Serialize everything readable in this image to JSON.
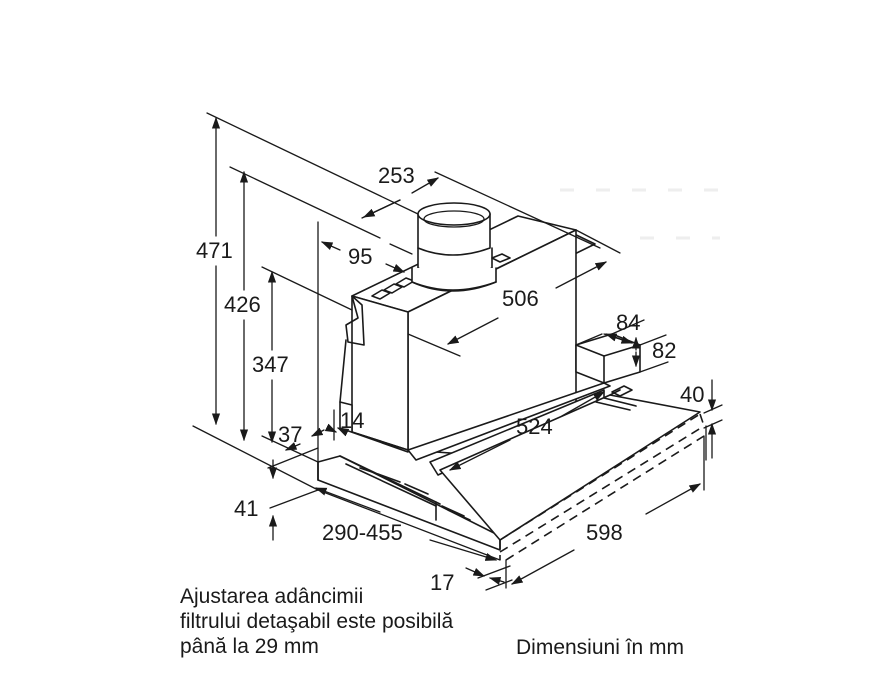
{
  "diagram": {
    "subject": "Telescopic cooker hood dimension drawing",
    "dimensions": {
      "total_height": "471",
      "height_to_duct": "426",
      "body_height": "347",
      "duct_width": "253",
      "duct_offset": "95",
      "body_depth": "506",
      "rear_step_depth": "84",
      "rear_step_height": "82",
      "front_panel_height": "40",
      "inner_width": "524",
      "total_width": "598",
      "side_offset": "37",
      "wall_gap": "14",
      "bottom_thickness": "41",
      "extension_range": "290-455",
      "front_trim": "17"
    },
    "labels": {
      "note_line1": "Ajustarea adâncimii",
      "note_line2": "filtrului detaşabil este posibilă",
      "note_line3": "până la 29 mm",
      "units": "Dimensiuni în mm"
    },
    "colors": {
      "line": "#1a1a1a",
      "background": "#ffffff"
    }
  }
}
